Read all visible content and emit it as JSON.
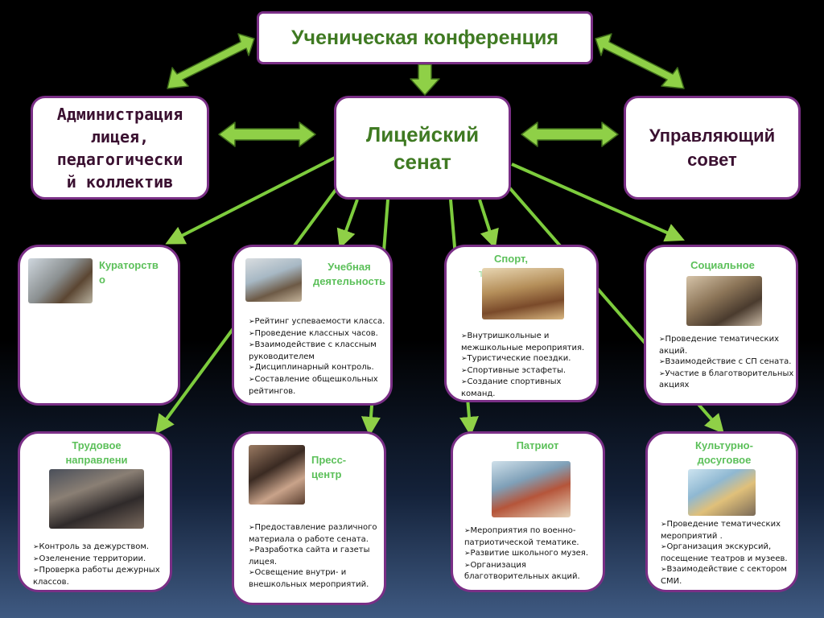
{
  "top": {
    "title": "Ученическая конференция"
  },
  "administration": {
    "lines": [
      "Администрация",
      "лицея,",
      "педагогически",
      "й коллектив"
    ]
  },
  "senate": {
    "lines": [
      "Лицейский",
      "сенат"
    ]
  },
  "council": {
    "lines": [
      "Управляющий",
      "совет"
    ]
  },
  "cards": [
    {
      "title_lines": [
        "Кураторств",
        "о"
      ],
      "items": []
    },
    {
      "title_lines": [
        "Учебная",
        "деятельность"
      ],
      "items": [
        "Рейтинг успеваемости класса.",
        "Проведение классных часов.",
        "Взаимодействие с классным руководителем",
        "Дисциплинарный контроль.",
        "Составление общешкольных рейтингов."
      ]
    },
    {
      "title_lines": [
        "Спорт,",
        "т"
      ],
      "items": [
        "Внутришкольные и межшкольные мероприятия.",
        "Туристические поездки.",
        "Спортивные эстафеты.",
        "Создание спортивных команд."
      ]
    },
    {
      "title_lines": [
        "Социальное",
        ""
      ],
      "items": [
        "Проведение тематических акций.",
        "Взаимодействие с СП сената.",
        "Участие в благотворительных акциях"
      ]
    },
    {
      "title_lines": [
        "Трудовое",
        "направлени"
      ],
      "items": [
        "Контроль за дежурством.",
        "Озеленение территории.",
        "Проверка работы дежурных классов."
      ]
    },
    {
      "title_lines": [
        "Пресс-",
        "центр"
      ],
      "items": [
        "Предоставление различного материала о работе сената.",
        "Разработка сайта и газеты лицея.",
        "Освещение внутри- и внешкольных мероприятий."
      ]
    },
    {
      "title_lines": [
        "Патриот"
      ],
      "items": [
        "Мероприятия по военно-патриотической тематике.",
        "Развитие школьного музея.",
        "Организация благотворительных акций."
      ]
    },
    {
      "title_lines": [
        "Культурно-",
        "досуговое",
        "н"
      ],
      "items": [
        "Проведение тематических мероприятий .",
        "Организация  экскурсий, посещение театров и музеев.",
        "Взаимодействие с сектором СМИ."
      ]
    }
  ]
}
